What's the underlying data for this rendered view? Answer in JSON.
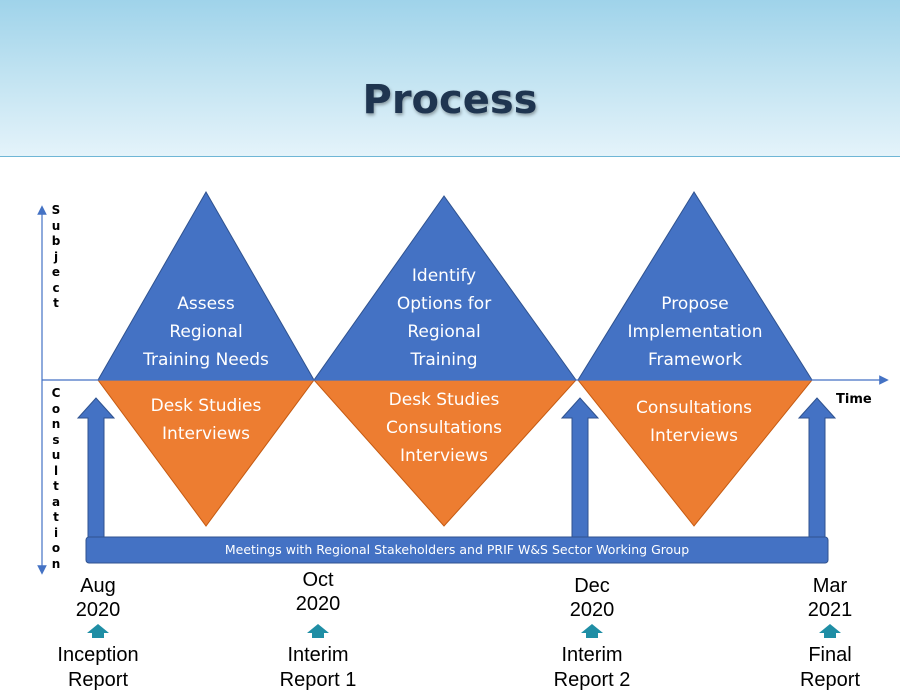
{
  "title": "Process",
  "axis": {
    "y_upper_label": "S\nu\nb\nj\ne\nc\nt",
    "y_lower_label": "C\no\nn\ns\nu\nl\nt\na\nt\ni\no\nn",
    "x_label": "Time"
  },
  "phases": [
    {
      "top_text": "Assess\nRegional\nTraining Needs",
      "bottom_text": "Desk Studies\nInterviews"
    },
    {
      "top_text": "Identify\nOptions for\nRegional\nTraining",
      "bottom_text": "Desk Studies\nConsultations\nInterviews"
    },
    {
      "top_text": "Propose\nImplementation\nFramework",
      "bottom_text": "Consultations\nInterviews"
    }
  ],
  "meetings_bar": "Meetings with Regional Stakeholders and PRIF W&S Sector Working Group",
  "milestones": [
    {
      "date": "Aug\n2020",
      "report": "Inception\nReport"
    },
    {
      "date": "Oct\n2020",
      "report": "Interim\nReport 1"
    },
    {
      "date": "Dec\n2020",
      "report": "Interim\nReport 2"
    },
    {
      "date": "Mar\n2021",
      "report": "Final\nReport"
    }
  ],
  "colors": {
    "blue": "#4472c4",
    "orange": "#ed7d31",
    "banner": "#a8d8ee",
    "title": "#1f3550",
    "mini_arrow": "#1f8ea5"
  },
  "icons": [
    "up-arrow-icon"
  ]
}
